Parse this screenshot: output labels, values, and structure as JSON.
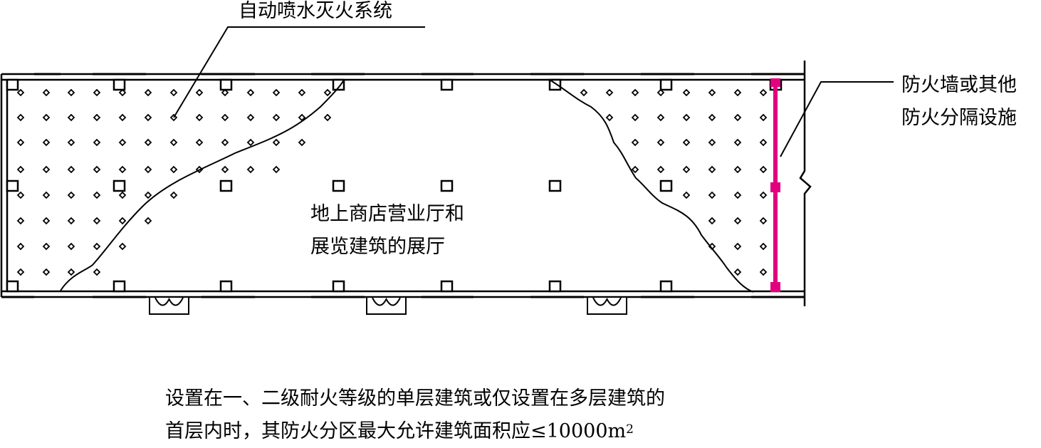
{
  "labels": {
    "sprinkler": "自动喷水灭火系统",
    "firewall_line1": "防火墙或其他",
    "firewall_line2": "防火分隔设施",
    "hall_line1": "地上商店营业厅和",
    "hall_line2": "展览建筑的展厅"
  },
  "caption": {
    "line1": "设置在一、二级耐火等级的单层建筑或仅设置在多层建筑的",
    "line2": "首层内时，其防火分区最大允许建筑面积应≤10000m",
    "line2_sup": "2"
  },
  "colors": {
    "line": "#000000",
    "firewall": "#e3007f",
    "background": "#ffffff"
  }
}
